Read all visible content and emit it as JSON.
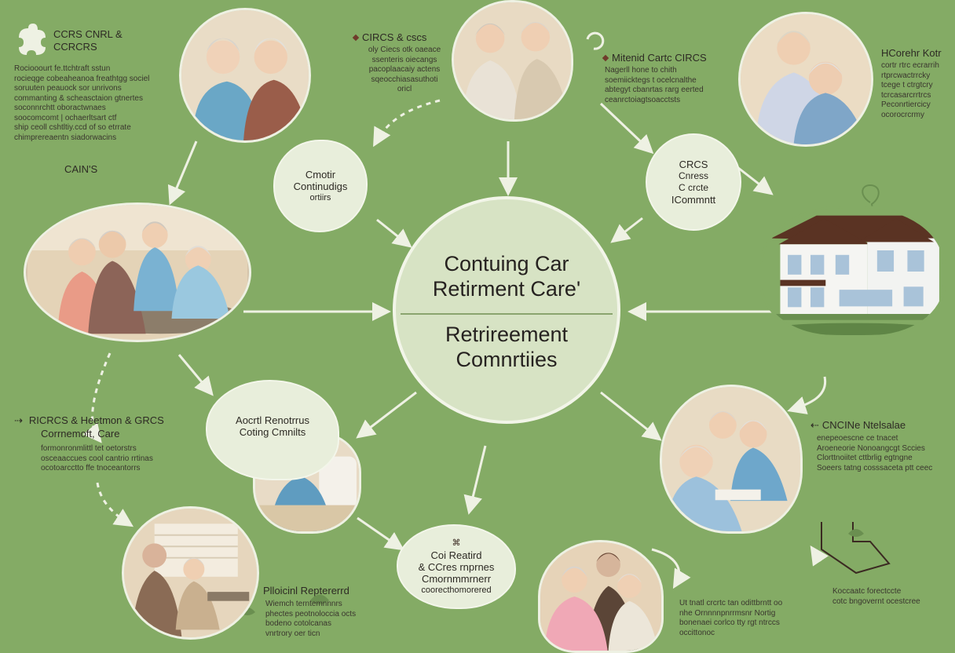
{
  "colors": {
    "background": "#84ab65",
    "bubble": "#e8eedb",
    "center": "#d7e3c4",
    "accent": "#6f3b2b",
    "arrow": "#eef1e3"
  },
  "center": {
    "line1": "Contuing Car",
    "line2": "Retirment Care'",
    "line3": "Retrireement",
    "line4": "Comnrtiies"
  },
  "top_left": {
    "logo_icon": "puzzle-leaf-icon",
    "heading1": "CCRS CNRL &",
    "heading2": "CCRCRS",
    "paragraph": "Rociooourt fe.ttchtraft sstun\nrocieqge cobeaheanoa freathtgg sociel\nsoruuten peauock sor unrivons\ncommanting & scheasctaion gtnertes\nsoconnrchtt oboractwnaes\nsoocomcomt | ochaerltsart ctf\nship ceoll cshtltiy.ccd of so etrrate\nchimprereaentn siadorwacins",
    "footer": "CAIN'S"
  },
  "top_mid": {
    "heading": "CIRCS & cscs",
    "paragraph": "oly Ciecs otk oaeace\nssenteris oiecangs\npacoplaacaiy actens\nsqeocchiasasuthoti\noricl"
  },
  "top_right_text": {
    "heading": "Mitenid Cartc CIRCS",
    "paragraph": "Nagerll hone to chith\nsoemiicktegs t ocelcnalthe\nabtegyt cbanrtas rarg eerted\nceanrctoiagtsoacctsts"
  },
  "far_right_top": {
    "heading": "HCorehr Kotr",
    "paragraph": "cortr rtrc ecrarrih\nrtprcwactrrcky\ntcege t ctrgtcry\ntcrcasarcrrtrcs\nPeconrtiercicy\nocorocrcrmy"
  },
  "bubble_left": {
    "line1": "Cmotir",
    "line2": "Continudigs",
    "line3": "ortiirs"
  },
  "bubble_right": {
    "line1": "CRCS",
    "line2": "Cnress",
    "line3": "C crcte",
    "line4": "ICommntt"
  },
  "bubble_lower_left": {
    "line1": "Aocrtl Renotrrus",
    "line2": "Coting Cmnilts"
  },
  "bubble_bottom": {
    "line1": "Coi Reatird",
    "line2": "& CCres rnprnes",
    "line3": "Cmornmmrnerr",
    "line4": "coorecthomorered"
  },
  "mid_left": {
    "heading1": "RICRCS & Heetmon & GRCS",
    "heading2": "Corrnemoft, Care",
    "paragraph": "formonronmlittl tet oetorstrs\nosceaaccues cool cantrio rrtinas\nocotoarcctto ffe tnoceantorrs"
  },
  "mid_right": {
    "heading": "CNCINe Ntelsalae",
    "paragraph": "enepeoescne ce tnacet\nAroeneorie Nonoangcgt Sccies\nClorttnoiitet cttbrlig egtngne\nSoeers tatng cosssaceta ptt ceec"
  },
  "bottom_left": {
    "heading": "Plloicinl Reptererrd",
    "paragraph": "Wiemch terntemnnnrs\nphectes peotnoloccia octs\nbodeno cotolcanas\nvnrtrory oer ticn"
  },
  "bottom_right": {
    "paragraph1": "Ut tnatl crcrtc tan odittbrntt oo\nnhe Ornnnnpnrrmsnr Nortig\nbonenaei corlco tty rgt ntrccs\noccittonoc",
    "paragraph2": "Koccaatc forectccte\ncotc bngovernt ocestcree"
  }
}
